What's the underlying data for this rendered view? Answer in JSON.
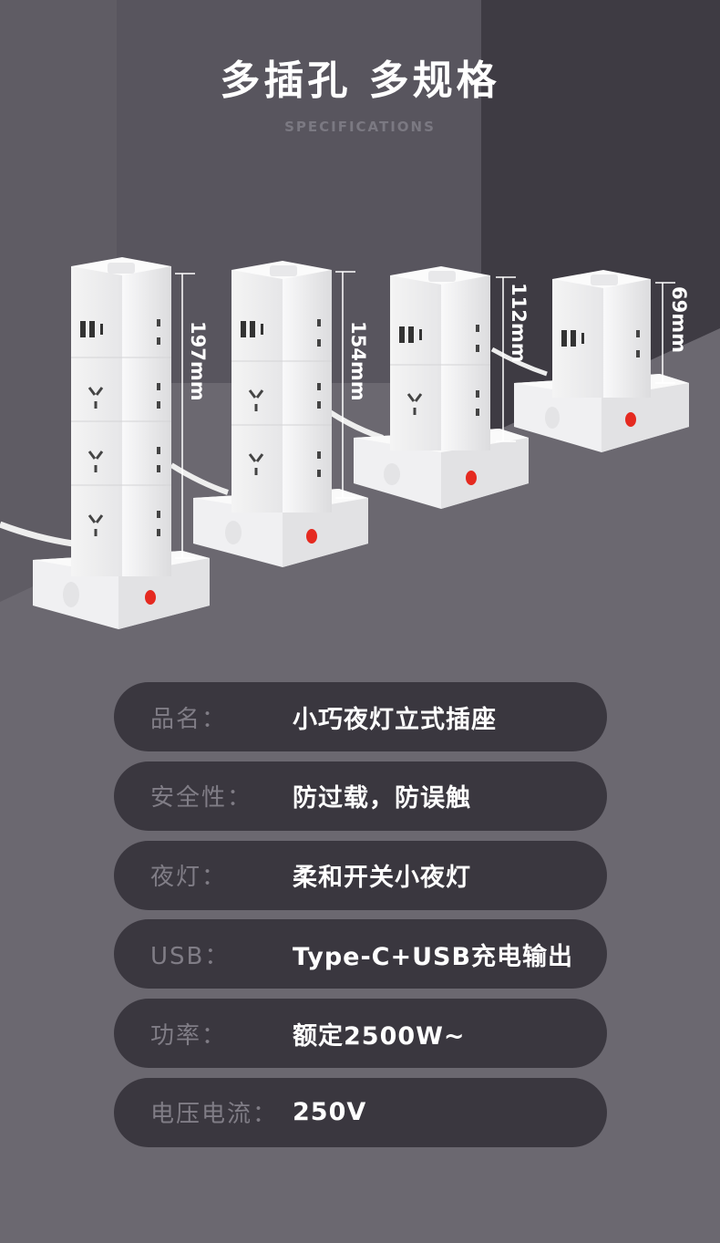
{
  "header": {
    "title": "多插孔 多规格",
    "subtitle": "SPECIFICATIONS"
  },
  "products": [
    {
      "height_label": "197mm",
      "tiers": 4
    },
    {
      "height_label": "154mm",
      "tiers": 3
    },
    {
      "height_label": "112mm",
      "tiers": 2
    },
    {
      "height_label": "69mm",
      "tiers": 1
    }
  ],
  "specs": [
    {
      "label": "品名：",
      "value": "小巧夜灯立式插座"
    },
    {
      "label": "安全性：",
      "value": "防过载，防误触"
    },
    {
      "label": "夜灯：",
      "value": "柔和开关小夜灯"
    },
    {
      "label": "USB：",
      "value": "Type-C+USB充电输出"
    },
    {
      "label": "功率：",
      "value": "额定2500W~"
    },
    {
      "label": "电压电流：",
      "value": "250V"
    }
  ],
  "colors": {
    "wall_left": "#5f5c64",
    "wall_dark": "#3e3b43",
    "floor": "#6b6870",
    "pill": "#3a373f",
    "switch": "#e52a20"
  }
}
